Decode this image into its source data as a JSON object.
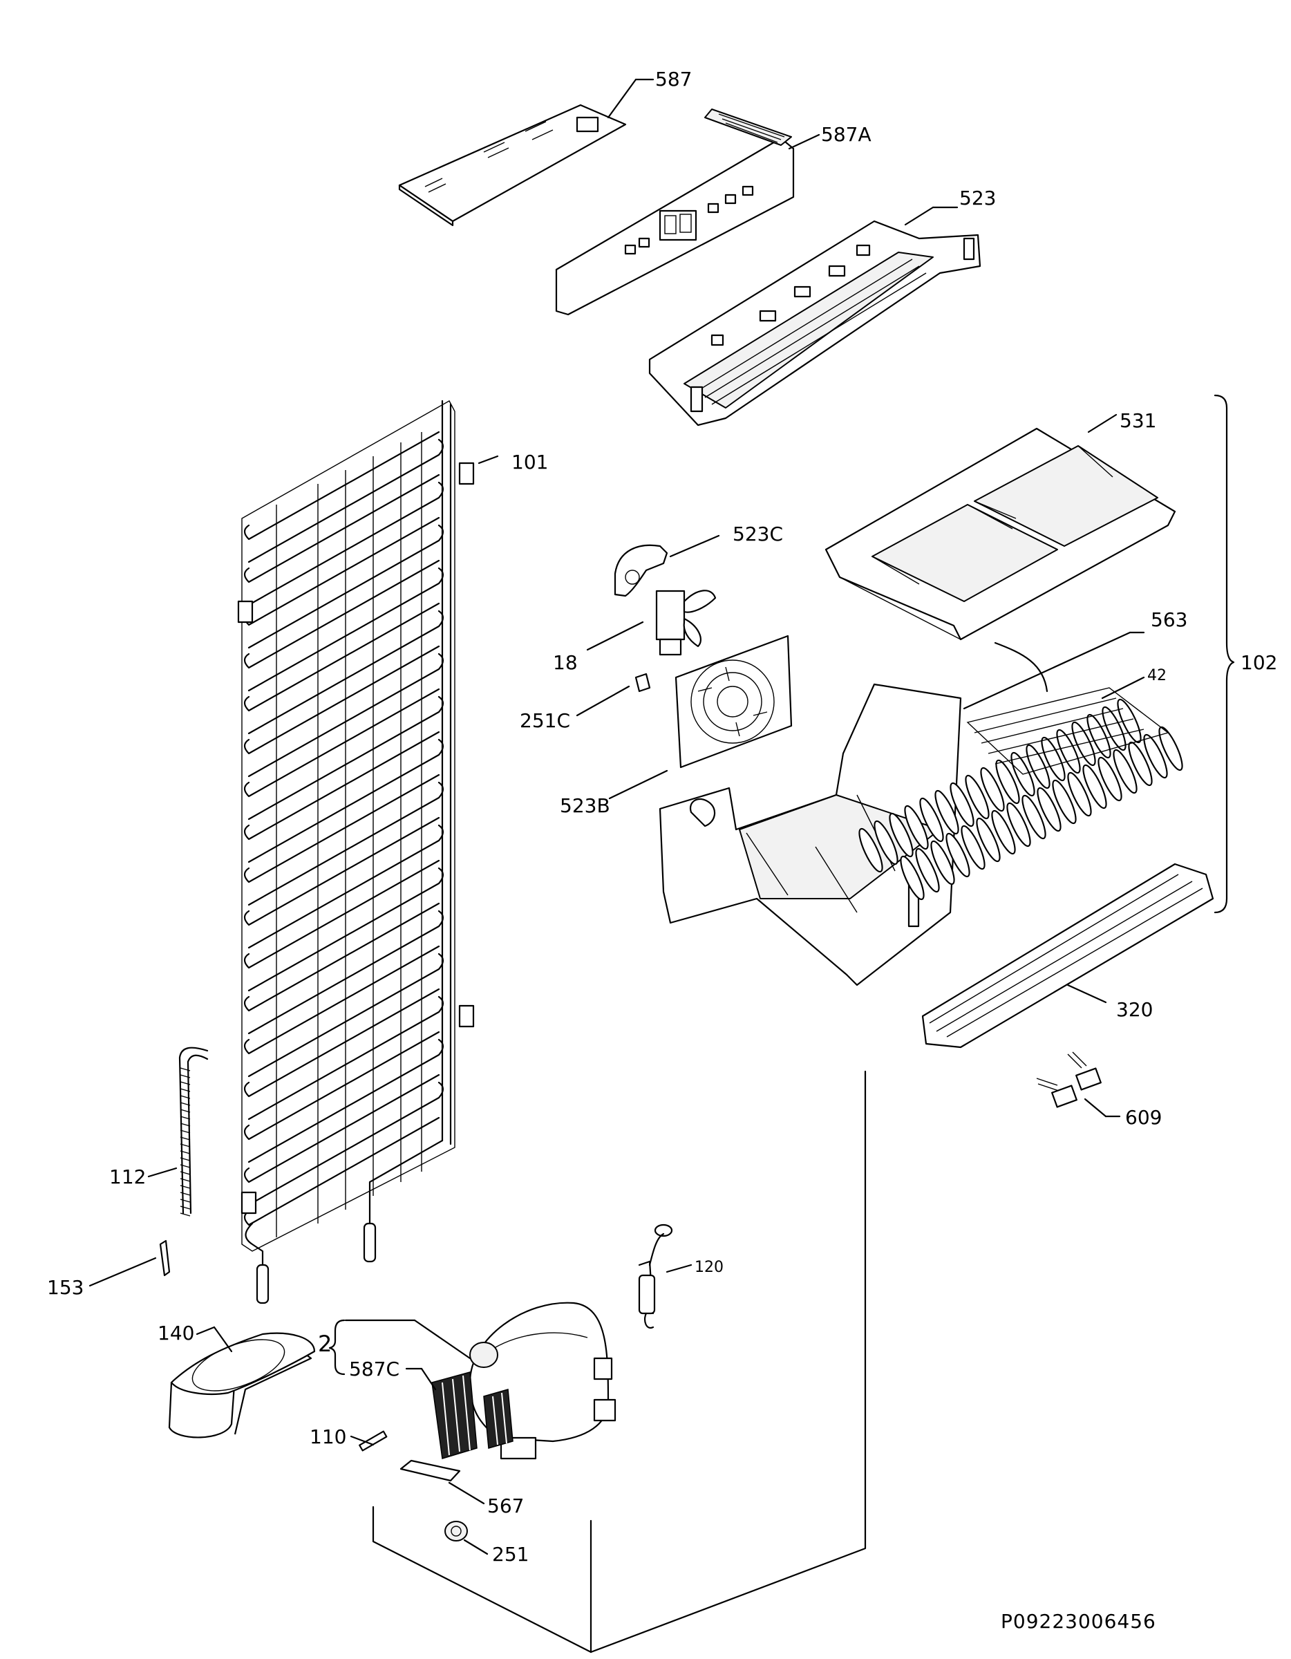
{
  "labels": {
    "p587": "587",
    "p587a": "587",
    "p587a_suffix": "A",
    "p523": "523",
    "p531": "531",
    "p101": "101",
    "p523c": "523C",
    "p18": "18",
    "p563": "563",
    "p42": "42",
    "p102": "102",
    "p251c": "251C",
    "p523b": "523B",
    "p320": "320",
    "p609": "609",
    "p112": "112",
    "p120": "120",
    "p153": "153",
    "p140": "140",
    "p2": "2",
    "p587c": "587C",
    "p110": "110",
    "p567": "567",
    "p251": "251"
  },
  "drawing_code": "P09223006456"
}
